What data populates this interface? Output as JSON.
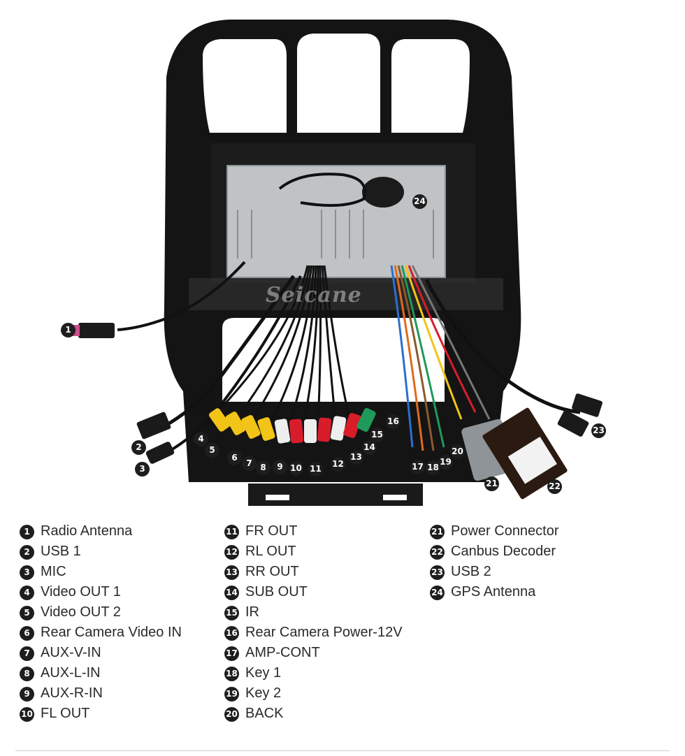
{
  "watermark": "Seicane",
  "legend": {
    "col1": [
      {
        "num": "1",
        "label": "Radio Antenna"
      },
      {
        "num": "2",
        "label": "USB 1"
      },
      {
        "num": "3",
        "label": "MIC"
      },
      {
        "num": "4",
        "label": "Video OUT 1"
      },
      {
        "num": "5",
        "label": "Video OUT 2"
      },
      {
        "num": "6",
        "label": "Rear Camera Video IN"
      },
      {
        "num": "7",
        "label": "AUX-V-IN"
      },
      {
        "num": "8",
        "label": "AUX-L-IN"
      },
      {
        "num": "9",
        "label": "AUX-R-IN"
      },
      {
        "num": "10",
        "label": "FL OUT"
      }
    ],
    "col2": [
      {
        "num": "11",
        "label": "FR OUT"
      },
      {
        "num": "12",
        "label": "RL OUT"
      },
      {
        "num": "13",
        "label": "RR OUT"
      },
      {
        "num": "14",
        "label": "SUB OUT"
      },
      {
        "num": "15",
        "label": "IR"
      },
      {
        "num": "16",
        "label": "Rear Camera Power-12V"
      },
      {
        "num": "17",
        "label": "AMP-CONT"
      },
      {
        "num": "18",
        "label": "Key 1"
      },
      {
        "num": "19",
        "label": "Key 2"
      },
      {
        "num": "20",
        "label": "BACK"
      }
    ],
    "col3": [
      {
        "num": "21",
        "label": "Power Connector"
      },
      {
        "num": "22",
        "label": "Canbus Decoder"
      },
      {
        "num": "23",
        "label": "USB 2"
      },
      {
        "num": "24",
        "label": "GPS Antenna"
      }
    ]
  },
  "callouts": [
    "1",
    "2",
    "3",
    "4",
    "5",
    "6",
    "7",
    "8",
    "9",
    "10",
    "11",
    "12",
    "13",
    "14",
    "15",
    "16",
    "17",
    "18",
    "19",
    "20",
    "21",
    "22",
    "23",
    "24"
  ]
}
